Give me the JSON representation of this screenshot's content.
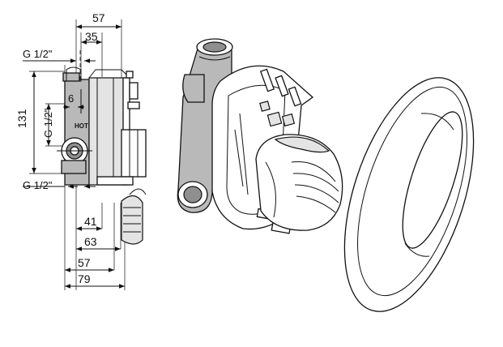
{
  "dimensions": {
    "top_width": "57",
    "top_inner": "35",
    "thread_top": "G 1/2\"",
    "height": "131",
    "thread_side": "G 1/2\"",
    "thread_bottom": "G 1/2\"",
    "small": "6",
    "hot_label": "HOT",
    "bottom_41": "41",
    "bottom_63": "63",
    "bottom_57": "57",
    "bottom_79": "79"
  }
}
